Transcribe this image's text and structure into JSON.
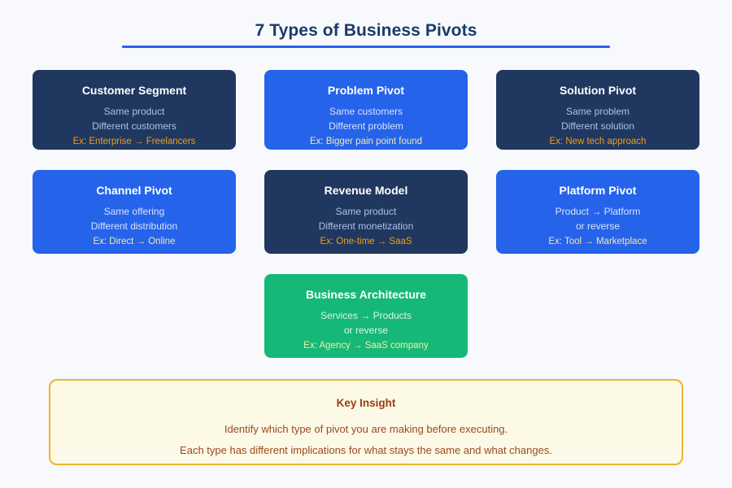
{
  "header": {
    "title": "7 Types of Business Pivots",
    "rule_color": "#2563eb"
  },
  "colors": {
    "page_background": "#f7f9fc",
    "navy": "#20375f",
    "blue": "#2563eb",
    "green": "#16b877",
    "orange_accent": "#f59e0b",
    "pale_gold_accent": "#f5e6a8",
    "insight_border": "#f0b429",
    "insight_background": "#fdf9e7",
    "insight_text": "#9a4a1e",
    "title_text": "#1b3a6b"
  },
  "rows": [
    {
      "cards": [
        {
          "theme": "navy",
          "title": "Customer Segment",
          "line1": "Same product",
          "line2": "Different customers",
          "example": "Ex: Enterprise → Freelancers"
        },
        {
          "theme": "blue",
          "title": "Problem Pivot",
          "line1": "Same customers",
          "line2": "Different problem",
          "example": "Ex: Bigger pain point found"
        },
        {
          "theme": "navy",
          "title": "Solution Pivot",
          "line1": "Same problem",
          "line2": "Different solution",
          "example": "Ex: New tech approach"
        }
      ]
    },
    {
      "cards": [
        {
          "theme": "blue",
          "title": "Channel Pivot",
          "line1": "Same offering",
          "line2": "Different distribution",
          "example": "Ex: Direct → Online"
        },
        {
          "theme": "navy",
          "title": "Revenue Model",
          "line1": "Same product",
          "line2": "Different monetization",
          "example": "Ex: One-time → SaaS"
        },
        {
          "theme": "blue",
          "title": "Platform Pivot",
          "line1": "Product → Platform",
          "line2": "or reverse",
          "example": "Ex: Tool → Marketplace"
        }
      ]
    },
    {
      "cards": [
        {
          "theme": "green",
          "title": "Business Architecture",
          "line1": "Services → Products",
          "line2": "or reverse",
          "example": "Ex: Agency → SaaS company"
        }
      ]
    }
  ],
  "insight": {
    "title": "Key Insight",
    "line1": "Identify which type of pivot you are making before executing.",
    "line2": "Each type has different implications for what stays the same and what changes."
  }
}
